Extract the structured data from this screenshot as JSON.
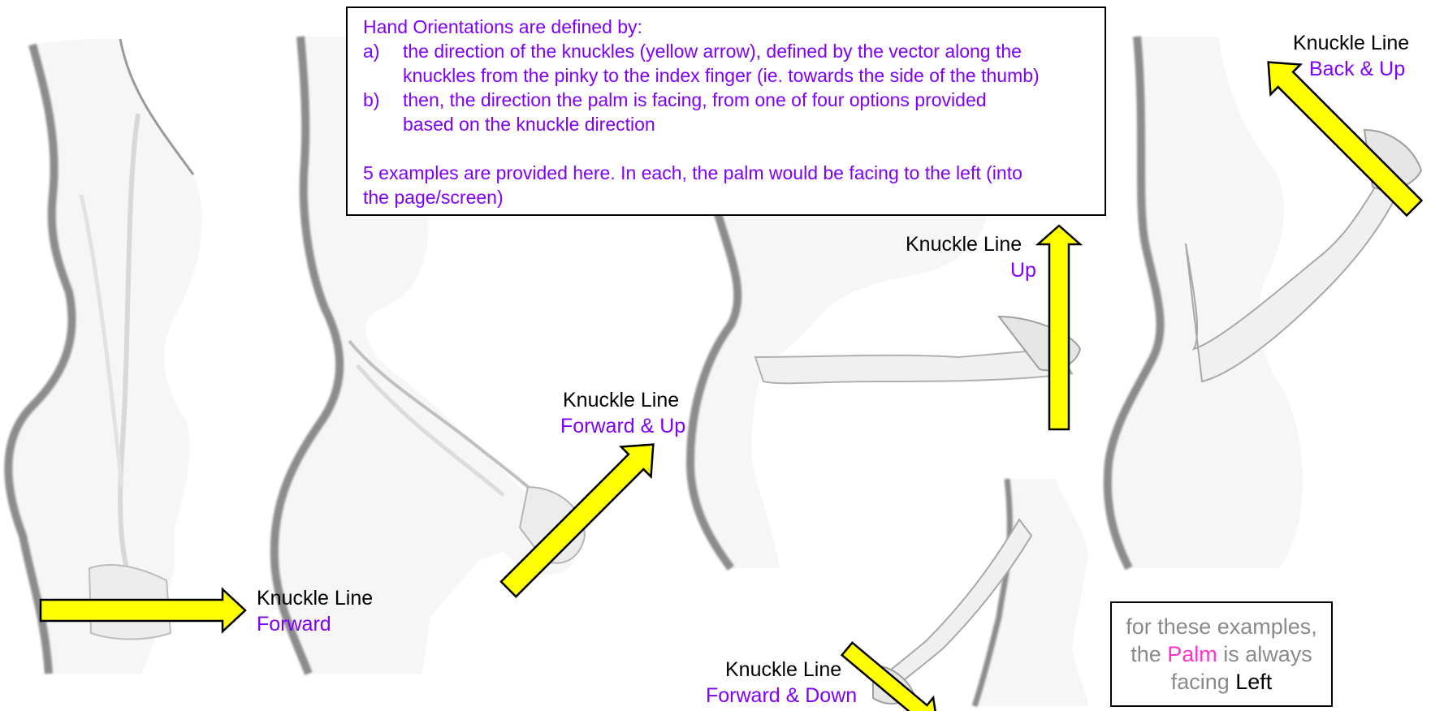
{
  "colors": {
    "arrow_fill": "#ffff00",
    "arrow_stroke": "#000000",
    "body_fill": "#f7f7f7",
    "body_shadow": "#8c8c8c",
    "text_purple": "#7f00ff",
    "text_gray": "#8a8a8a",
    "text_pink": "#ff33cc",
    "text_black": "#000000"
  },
  "info_box": {
    "title": "Hand Orientations are defined by:",
    "item_a_label": "a)",
    "item_a_line1": "the direction of the knuckles (yellow arrow), defined by the vector along the",
    "item_a_line2": "knuckles from the pinky to the index finger (ie. towards the side of the thumb)",
    "item_b_label": "b)",
    "item_b_line1": "then, the direction the palm is facing, from one of four options provided",
    "item_b_line2": "based on the knuckle direction",
    "examples_line1": "5 examples are provided here. In each, the palm would be facing to the left (into",
    "examples_line2": "the page/screen)"
  },
  "examples": [
    {
      "heading": "Knuckle Line",
      "direction": "Forward",
      "arrow": "right"
    },
    {
      "heading": "Knuckle Line",
      "direction": "Forward & Up",
      "arrow": "up-right"
    },
    {
      "heading": "Knuckle Line",
      "direction": "Up",
      "arrow": "up"
    },
    {
      "heading": "Knuckle Line",
      "direction": "Back & Up",
      "arrow": "up-left"
    },
    {
      "heading": "Knuckle Line",
      "direction": "Forward & Down",
      "arrow": "down-right"
    }
  ],
  "note": {
    "part1": "for these examples,",
    "part2_pre": "the",
    "palm_word": "Palm",
    "part2_post": "is always",
    "part3_pre": "facing",
    "left_word": "Left"
  }
}
